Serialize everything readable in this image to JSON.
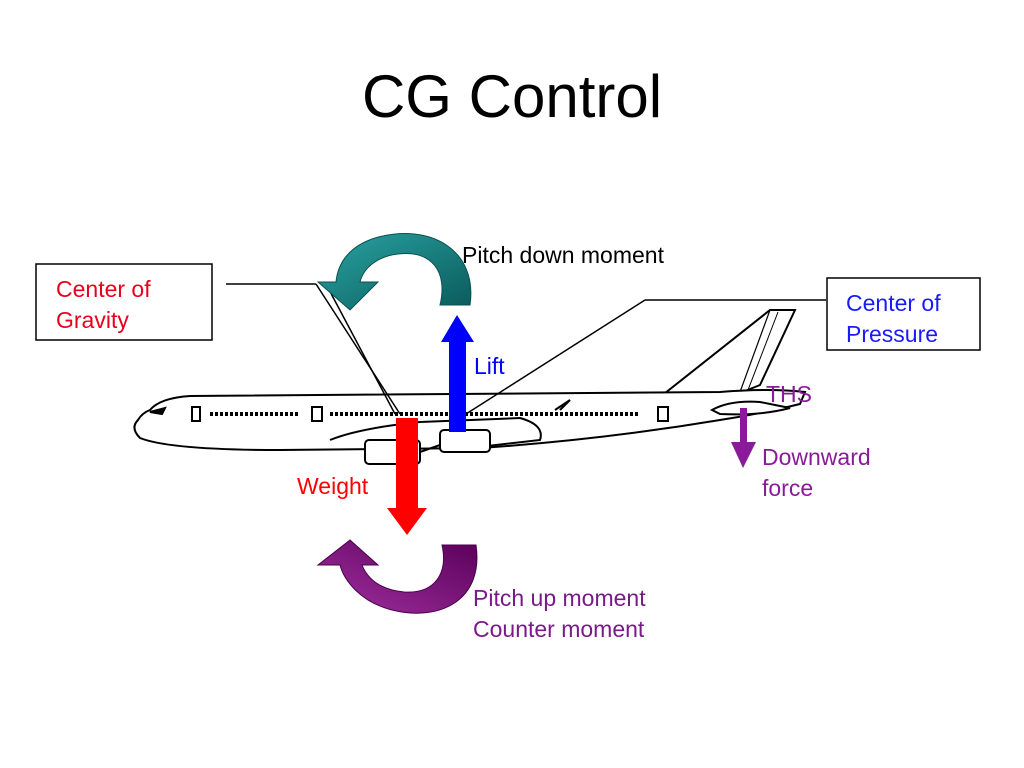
{
  "slide": {
    "title": "CG Control"
  },
  "diagram": {
    "center_of_gravity": {
      "line1": "Center of",
      "line2": "Gravity"
    },
    "center_of_pressure": {
      "line1": "Center of",
      "line2": "Pressure"
    },
    "pitch_down": "Pitch down moment",
    "lift": "Lift",
    "weight": "Weight",
    "ths": "THS",
    "downward_force": {
      "line1": "Downward",
      "line2": "force"
    },
    "pitch_up": {
      "line1": "Pitch up moment",
      "line2": "Counter moment"
    }
  },
  "colors": {
    "cg_text": "#e8001c",
    "cp_text": "#1a1aff",
    "lift_arrow": "#0000ff",
    "weight_arrow": "#ff0000",
    "pitch_down_arrow": "#0e7a7a",
    "pitch_up_arrow": "#7a0a7a",
    "ths_text": "#8a1a9a",
    "pitch_up_text": "#7a1a8a"
  }
}
